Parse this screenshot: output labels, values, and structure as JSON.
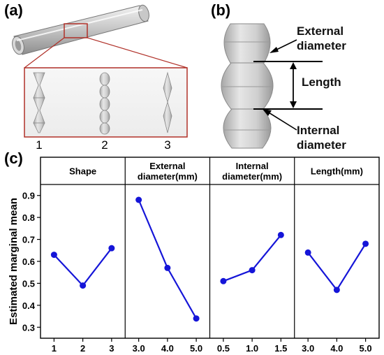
{
  "figure": {
    "panel_labels": [
      "(a)",
      "(b)",
      "(c)"
    ],
    "panel_a": {
      "variant_labels": [
        "1",
        "2",
        "3"
      ]
    },
    "panel_b": {
      "external_label": [
        "External",
        "diameter"
      ],
      "length_label": "Length",
      "internal_label": [
        "Internal",
        "diameter"
      ]
    }
  },
  "colors": {
    "line": "#1515d8",
    "callout_box": "#b03028"
  },
  "chart_data": {
    "type": "line",
    "ylabel": "Estimated marginal mean",
    "ylim": [
      0.25,
      0.95
    ],
    "yticks": [
      0.3,
      0.4,
      0.5,
      0.6,
      0.7,
      0.8,
      0.9
    ],
    "grid": false,
    "facets": [
      {
        "title": [
          "Shape"
        ],
        "categories": [
          "1",
          "2",
          "3"
        ],
        "values": [
          0.63,
          0.49,
          0.66
        ]
      },
      {
        "title": [
          "External",
          "diameter(mm)"
        ],
        "categories": [
          "3.0",
          "4.0",
          "5.0"
        ],
        "values": [
          0.88,
          0.57,
          0.34
        ]
      },
      {
        "title": [
          "Internal",
          "diameter(mm)"
        ],
        "categories": [
          "0.5",
          "1.0",
          "1.5"
        ],
        "values": [
          0.51,
          0.56,
          0.72
        ]
      },
      {
        "title": [
          "Length(mm)"
        ],
        "categories": [
          "3.0",
          "4.0",
          "5.0"
        ],
        "values": [
          0.64,
          0.47,
          0.68
        ]
      }
    ]
  }
}
